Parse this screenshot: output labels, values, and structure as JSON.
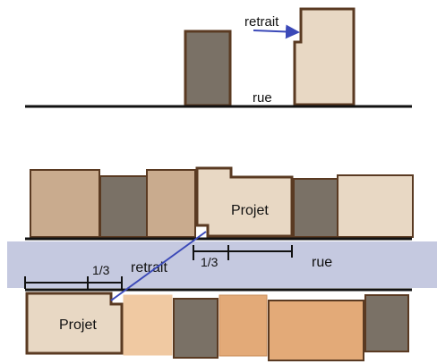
{
  "top_section": {
    "retrait_label": "retrait",
    "rue_label": "rue"
  },
  "bottom_section": {
    "projet_label": "Projet",
    "retrait_label": "retrait",
    "rue_label": "rue",
    "fraction_label": "1/3"
  },
  "colors": {
    "outline": "#5a3a22",
    "dark_grey_building": "#7a7166",
    "light_beige": "#e8d8c4",
    "tan": "#c9ab8e",
    "peach": "#f0c9a2",
    "orange_tan": "#e3aa78",
    "street_band": "#c5c9e0",
    "arrow_blue": "#3b49b8"
  }
}
